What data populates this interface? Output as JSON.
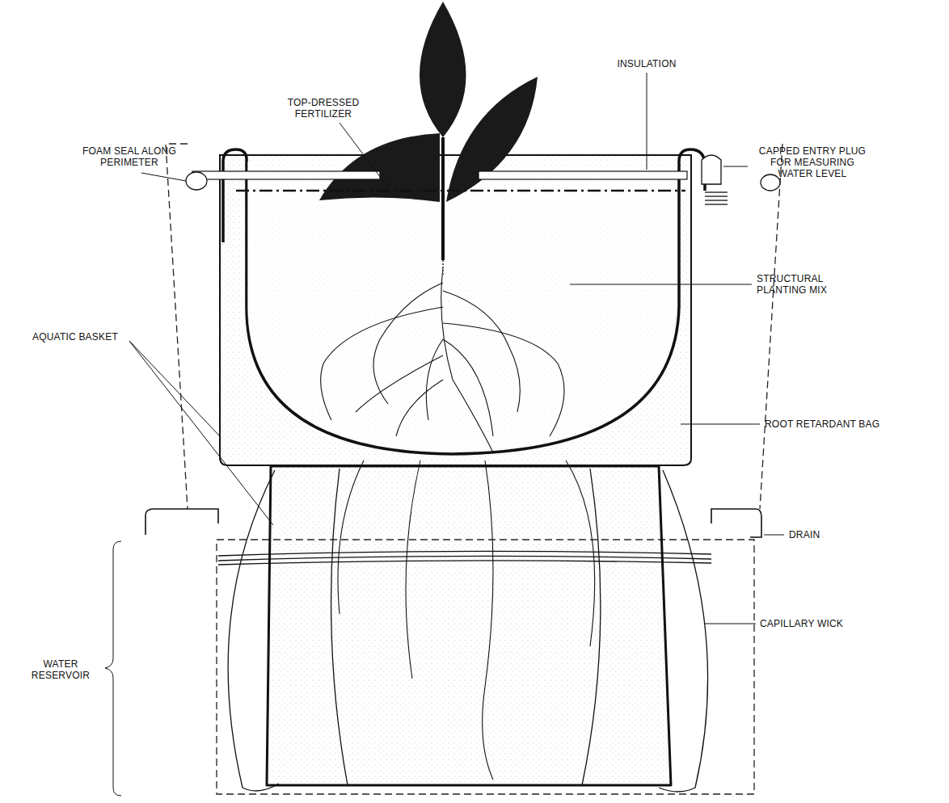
{
  "diagram": {
    "labels": [
      "TOP-DRESSED FERTILIZER",
      "INSULATION",
      "FOAM SEAL ALONG PERIMETER",
      "CAPPED ENTRY PLUG FOR MEASURING WATER LEVEL",
      "STRUCTURAL PLANTING MIX",
      "AQUATIC BASKET",
      "ROOT RETARDANT BAG",
      "DRAIN",
      "WATER RESERVOIR",
      "CAPILLARY WICK"
    ]
  }
}
